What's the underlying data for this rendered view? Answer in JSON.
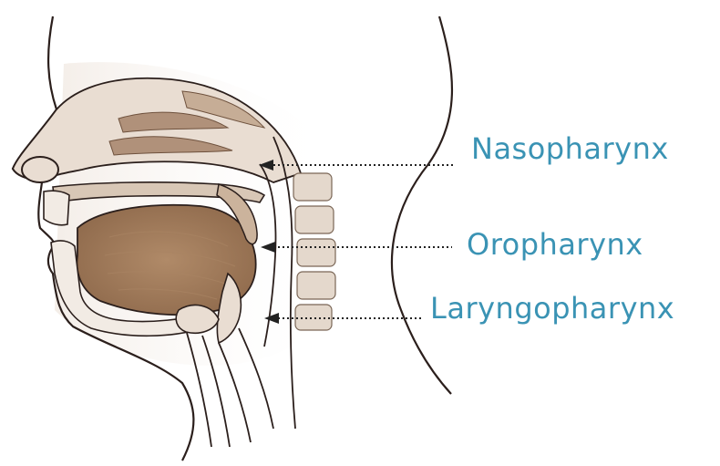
{
  "labels": {
    "nasopharynx": "Nasopharynx",
    "oropharynx": "Oropharynx",
    "laryngopharynx": "Laryngopharynx"
  },
  "colors": {
    "label": "#3a93b4",
    "outline": "#2b1f1c",
    "tissue_light": "#e9ddd2",
    "tissue_mid": "#c4a88c",
    "tissue_dark": "#8f6a4c",
    "leader_line": "#222222"
  }
}
